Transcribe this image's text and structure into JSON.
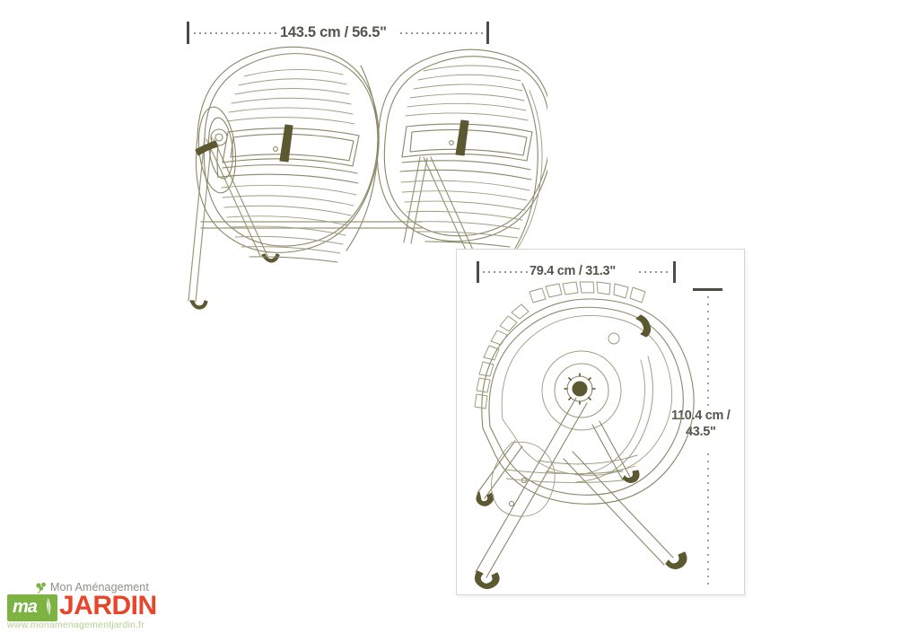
{
  "document": {
    "type": "product-dimension-diagram",
    "subject": "dual-chamber tumbling composter",
    "background_color": "#ffffff",
    "line_color": "#8a8767",
    "accent_dark": "#5c5831"
  },
  "dimensions": {
    "width_top": {
      "label": "143.5 cm / 56.5\"",
      "metric": "143.5 cm",
      "imperial": "56.5\"",
      "orientation": "horizontal",
      "applies_to": "overall width of dual-drum composter"
    },
    "width_inset": {
      "label": "79.4 cm / 31.3\"",
      "metric": "79.4 cm",
      "imperial": "31.3\"",
      "orientation": "horizontal",
      "applies_to": "depth / end view width"
    },
    "height_inset": {
      "label_line1": "110.4 cm /",
      "label_line2": "43.5\"",
      "metric": "110.4 cm",
      "imperial": "43.5\"",
      "orientation": "vertical",
      "applies_to": "overall height including stand"
    }
  },
  "views": {
    "main": {
      "name": "front-elevation",
      "description": "Two barrel drums side by side on a tubular A-frame stand with crank handle at left"
    },
    "inset": {
      "name": "end-elevation",
      "description": "End view of one drum showing rotation hub and tripod stand legs",
      "border_color": "#d8d6d0"
    }
  },
  "logo": {
    "mark_text": "ma",
    "tagline": "Mon Aménagement",
    "brand": "JARDIN",
    "url": "www.monamenagementjardin.fr",
    "green": "#7cb342",
    "red": "#e8462a",
    "grey": "#8e8e88"
  }
}
